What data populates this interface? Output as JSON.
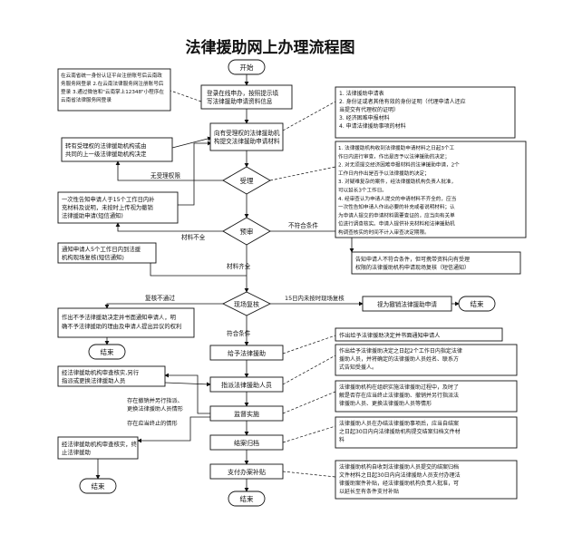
{
  "title": "法律援助网上办理流程图",
  "nodes": {
    "start": "开始",
    "register_note": [
      "在云南省统一身份认证平台注册账号后云南政",
      "务服务网登录 2.在云南法律服务网注册账号后",
      "登录 3.通过微信和\"云南掌上12348\"小程序在",
      "云南省法律服务网登录"
    ],
    "login": [
      "登录在线申办，按照提示填",
      "写法律援助申请资料信息"
    ],
    "submit": [
      "向有受理权的法律援助机",
      "构提交法律援助申请材料"
    ],
    "materials": [
      "1. 法律援助申请表",
      "2. 身份证或者其他有效的身份证明（代理申请人还应",
      "   当提交有代理权的证明）",
      "3. 经济困难申报材料",
      "4. 申请法律援助事项的材料"
    ],
    "transfer": [
      "转有受理权的法律援助机构或由",
      "共同的上一级法律援助机构决定"
    ],
    "no_authority": "无受理权限",
    "accept": "受理",
    "accept_notes": [
      "1. 法律援助机构收到法律援助申请材料之日起3个工",
      "   作日内进行审查，作出是否予以法律援助的决定；",
      "2. 对无须提交经济困难申报材料的法律援助申请，2个",
      "   工作日内作出是否予以法律援助的决定；",
      "3. 对疑难复杂的案件，经法律援助机构负责人批准，",
      "   可以延长3个工作日。",
      "4. 经审查认为申请人提交的申请材料不齐全的，应当",
      "   一次性告知申请人作出必要的补充或者说明材料；认",
      "   为申请人提交的申请材料需要查证的，应当向有关单",
      "   位进行调查核实。申请人提供补充材料和法律援助机",
      "   构调查核实的时间不计入审查决定期限。"
    ],
    "supplement": [
      "一次性告知申请人于15个工作日内补",
      "充材料及说明，未按时上传视为撤销",
      "法律援助申请(短信通知)"
    ],
    "incomplete": "材料不全",
    "pretrial": "预审",
    "not_meet": "不符合条件",
    "not_meet_note": [
      "告知申请人不符合条件，但可携带资料向有受理",
      "权限的法律援助机构申请现场复核（短信通知）"
    ],
    "onsite_notice": [
      "通知申请人5个工作日内到法援",
      "机构现场复核(短信通知)"
    ],
    "complete": "材料齐全",
    "review": "现场复核",
    "review_fail": "复核不通过",
    "expire": "15日内未按时现场复核",
    "deemed_withdraw": "视为撤销法律援助申请",
    "end1": "结束",
    "deny_decision": [
      "作出不予法律援助决定并书面通知申请人，明",
      "确不予法律援助的理由及申请人提出异议的权利"
    ],
    "end2": "结束",
    "eligible": "符合条件",
    "grant": "给予法律援助",
    "grant_note": "作出给予法律援助决定并书面通知申请人",
    "assign": "指派法律援助人员",
    "assign_note": [
      "作出给予法律援助决定之日起2个工作日内指定法律",
      "援助人员，并将确定的法律援助人员姓名、联系方",
      "式告知受援人。"
    ],
    "reassign": [
      "经法律援助机构审查核实,另行",
      "指派或更换法律援助人员"
    ],
    "supervise": "监督实施",
    "supervise_note": [
      "法律援助机构在组织实施法律援助过程中，及时了",
      "解是否存在应当终止法律援助、撤销并另行指派法",
      "律援助人员、更换法律援助人员等情形"
    ],
    "cond1": [
      "存在撤销并另行指派、",
      "更换法律援助人员情形"
    ],
    "cond2": "存在应当终止的情形",
    "terminate": [
      "经法律援助机构审查核实，终",
      "止法律援助"
    ],
    "end3": "结束",
    "close": "结案归档",
    "close_note": [
      "法律援助人员在办结法律援助事项后，应当自结案",
      "之日起30日内向法律援助机构提交结案归档文件材",
      "料"
    ],
    "pay": "支付办案补贴",
    "pay_note": [
      "法律援助机构自收到法律援助人员提交的结案归档",
      "文件材料之日起30日内向法律援助人员支付办理法",
      "律援助案件补贴，经法律援助机构负责人批准，可",
      "以延长至有条件支付补贴"
    ],
    "end4": "结束"
  }
}
